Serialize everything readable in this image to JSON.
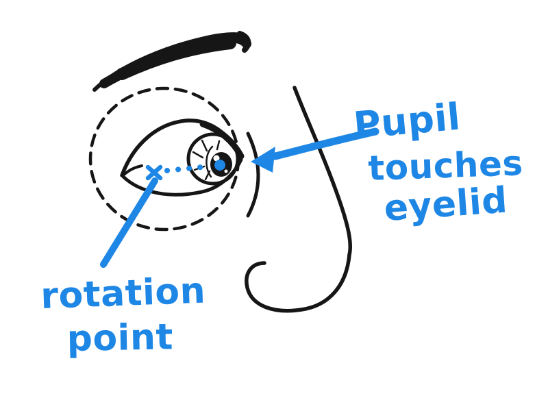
{
  "diagram": {
    "labels": {
      "pupil": {
        "lines": [
          "Pupil",
          "touches",
          "eyelid"
        ]
      },
      "rotation": {
        "lines": [
          "rotation",
          "point"
        ]
      }
    },
    "colors": {
      "annotation": "#1E87E5",
      "ink": "#161616",
      "background": "#FFFFFF"
    }
  }
}
